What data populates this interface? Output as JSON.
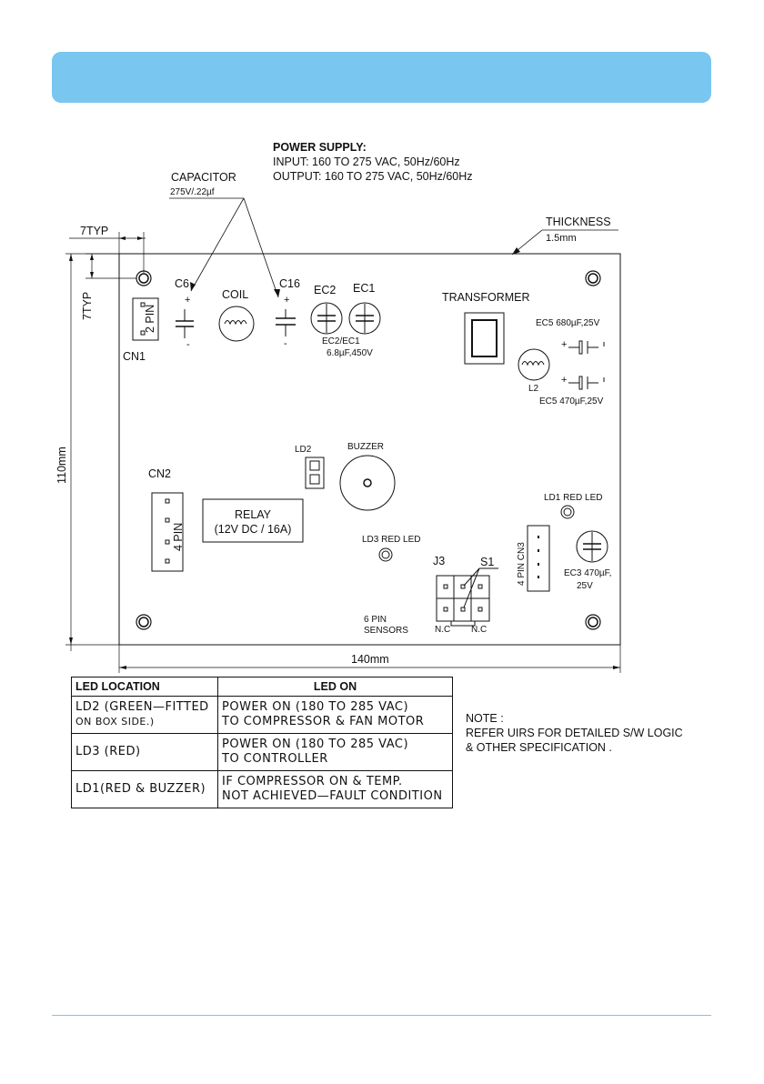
{
  "power_supply": {
    "title": "POWER SUPPLY:",
    "input": "INPUT: 160 TO 275 VAC, 50Hz/60Hz",
    "output": "OUTPUT: 160 TO 275 VAC, 50Hz/60Hz"
  },
  "capacitor": {
    "label": "CAPACITOR",
    "rating": "275V/.22µf"
  },
  "thickness": {
    "label": "THICKNESS",
    "value": "1.5mm"
  },
  "dims": {
    "h_typ": "7TYP",
    "v_typ": "7TYP",
    "height": "110mm",
    "width": "140mm"
  },
  "components": {
    "c6": "C6",
    "coil": "COIL",
    "c16": "C16",
    "ec2": "EC2",
    "ec1": "EC1",
    "ec2ec1_line1": "EC2/EC1",
    "ec2ec1_line2": "6.8µF,450V",
    "transformer": "TRANSFORMER",
    "ec5_top": "EC5 680µF,25V",
    "l2": "L2",
    "ec5_bottom": "EC5 470µF,25V",
    "cn1": "CN1",
    "cn1_pins": "2 PIN",
    "cn2": "CN2",
    "cn2_pins": "4 PIN",
    "ld2": "LD2",
    "buzzer": "BUZZER",
    "relay_line1": "RELAY",
    "relay_line2": "(12V DC / 16A)",
    "ld1": "LD1 RED LED",
    "ld3": "LD3 RED LED",
    "cn3": "4 PIN CN3",
    "ec3_line1": "EC3 470µF,",
    "ec3_line2": "25V",
    "j3": "J3",
    "s1": "S1",
    "sensors_line1": "6 PIN",
    "sensors_line2": "SENSORS",
    "nc_left": "N.C",
    "nc_right": "N.C",
    "plus": "+",
    "minus": "-"
  },
  "led_table": {
    "headers": [
      "LED LOCATION",
      "LED ON"
    ],
    "rows": [
      {
        "loc_line1": "LD2 (GREEN—FITTED",
        "loc_line2": "ON BOX SIDE.)",
        "on_line1": "POWER ON (180 TO 285 VAC)",
        "on_line2": "TO COMPRESSOR & FAN MOTOR"
      },
      {
        "loc_line1": "LD3 (RED)",
        "loc_line2": "",
        "on_line1": "POWER ON (180 TO 285 VAC)",
        "on_line2": "TO CONTROLLER"
      },
      {
        "loc_line1": "LD1(RED & BUZZER)",
        "loc_line2": "",
        "on_line1": "IF COMPRESSOR ON & TEMP.",
        "on_line2": "NOT ACHIEVED—FAULT CONDITION"
      }
    ]
  },
  "note": {
    "title": "NOTE :",
    "line1": "REFER UIRS FOR DETAILED S/W LOGIC",
    "line2": "& OTHER SPECIFICATION ."
  }
}
